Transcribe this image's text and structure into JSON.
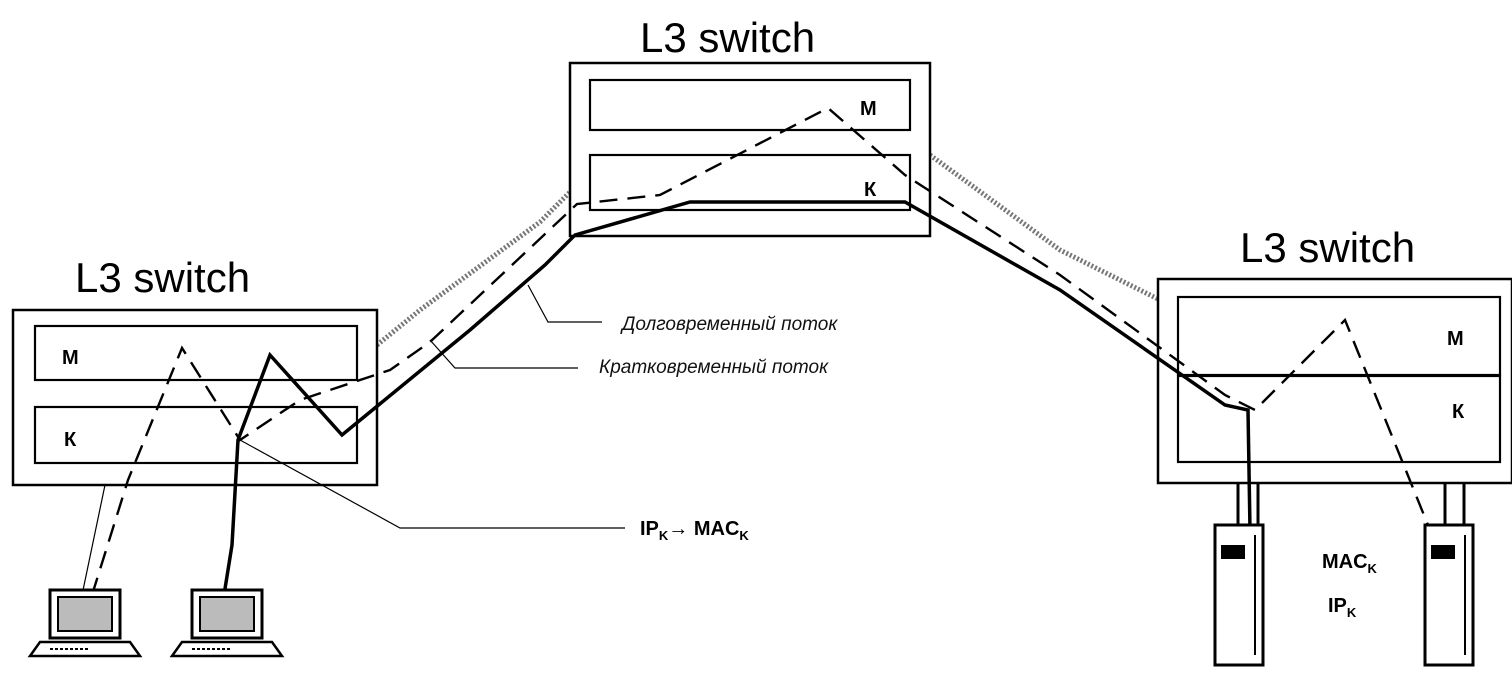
{
  "switches": [
    {
      "title": "L3  switch",
      "upper_label": "М",
      "lower_label": "К"
    },
    {
      "title": "L3  switch",
      "upper_label": "М",
      "lower_label": "К"
    },
    {
      "title": "L3  switch",
      "upper_label": "М",
      "lower_label": "К"
    }
  ],
  "flows": {
    "long_term": "Долговременный поток",
    "short_term": "Кратковременный поток"
  },
  "mapping": {
    "ip": "IP",
    "ip_sub": "K",
    "arrow": "→ ",
    "mac": "MAC",
    "mac_sub": "K"
  },
  "server_labels": {
    "mac": "MAC",
    "mac_sub": "K",
    "ip": "IP",
    "ip_sub": "K"
  }
}
